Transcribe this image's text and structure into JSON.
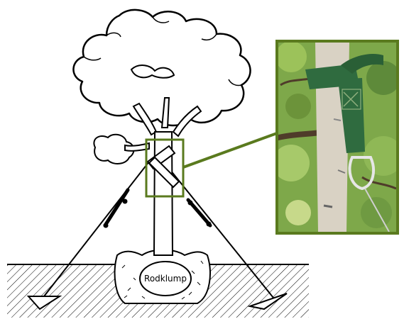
{
  "diagram": {
    "root_ball_label": "Rodklump",
    "highlight_color": "#5a7a1e",
    "photo": {
      "strap_color": "#2f6b3f",
      "foliage_color": "#7ea84a",
      "trunk_color": "#d9d2c4"
    },
    "icons": [
      "tree-crown",
      "tree-trunk",
      "guy-wire",
      "ground-anchor",
      "tree-strap",
      "carabiner-hook"
    ]
  }
}
